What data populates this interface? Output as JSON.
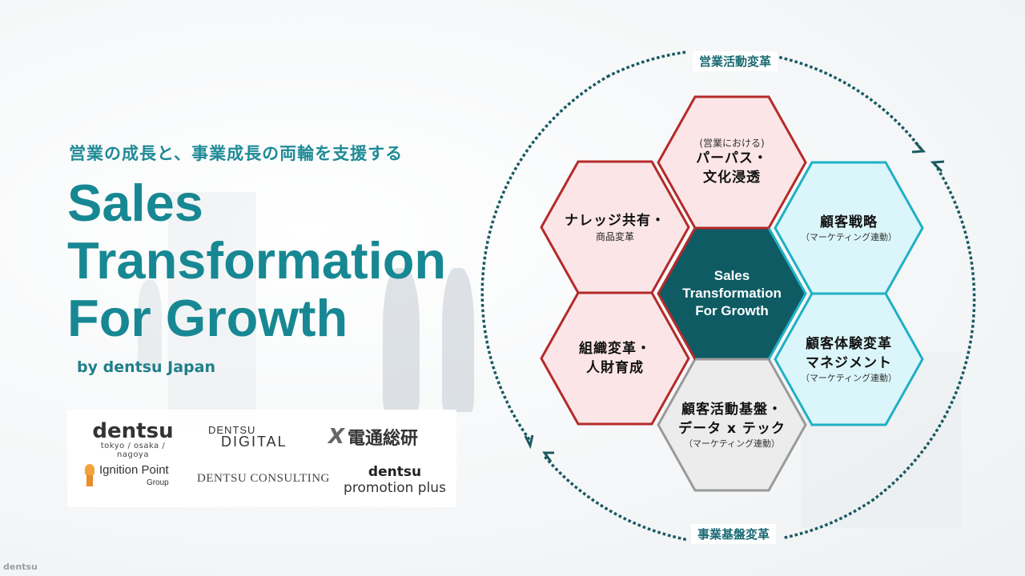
{
  "hero": {
    "subtitle": "営業の成長と、事業成長の両輪を支援する",
    "title_lines": [
      "Sales",
      "Transformation",
      "For Growth"
    ],
    "byline": "by dentsu Japan"
  },
  "logos": {
    "dentsu": {
      "name": "dentsu",
      "tagline": "tokyo / osaka / nagoya"
    },
    "dentsu_digital": {
      "line1": "DENTSU",
      "line2": "DIGITAL"
    },
    "dentsu_soken": {
      "mark": "X",
      "name": "電通総研"
    },
    "ignition_point": {
      "name": "Ignition Point",
      "sub": "Group"
    },
    "dentsu_consulting": {
      "name": "DENTSU CONSULTING"
    },
    "dentsu_promotion_plus": {
      "line1": "dentsu",
      "line2": "promotion plus"
    }
  },
  "footer": {
    "brand": "dentsu"
  },
  "diagram": {
    "colors": {
      "red_stroke": "#b52a2a",
      "red_fill": "#fbe3e5",
      "cyan_stroke": "#1fb0c4",
      "cyan_fill": "#d9f6fa",
      "gray_stroke": "#9a9a9a",
      "gray_fill": "#ebebeb",
      "center_fill": "#0e5b63",
      "dots": "#1a5a62"
    },
    "circle_labels": {
      "top": "営業活動変革",
      "bottom": "事業基盤変革"
    },
    "center": {
      "lines": [
        "Sales",
        "Transformation",
        "For Growth"
      ]
    },
    "hexes": {
      "top": {
        "note": "(営業における)",
        "line1": "パーパス・",
        "line2": "文化浸透"
      },
      "upper_left": {
        "line1": "ナレッジ共有・",
        "sub": "商品変革"
      },
      "lower_left": {
        "line1": "組織変革・",
        "line2": "人財育成"
      },
      "upper_right": {
        "line1": "顧客戦略",
        "note": "（マーケティング連動）"
      },
      "lower_right": {
        "line1": "顧客体験変革",
        "line2": "マネジメント",
        "note": "（マーケティング連動）"
      },
      "bottom": {
        "line1": "顧客活動基盤・",
        "line2": "データ x テック",
        "note": "（マーケティング連動）"
      }
    }
  }
}
